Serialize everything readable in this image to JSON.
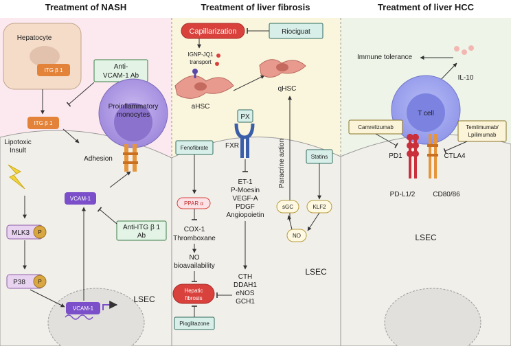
{
  "panels": {
    "nash": {
      "title": "Treatment of NASH"
    },
    "fibrosis": {
      "title": "Treatment of liver fibrosis"
    },
    "hcc": {
      "title": "Treatment of liver HCC"
    }
  },
  "nash": {
    "hepatocyte": "Hepatocyte",
    "itg_in_cell": "ITG β 1",
    "itg": "ITG β 1",
    "anti_vcam_1": "Anti-",
    "anti_vcam_2": "VCAM-1 Ab",
    "monocytes_1": "Proinflammatory",
    "monocytes_2": "monocytes",
    "adhesion": "Adhesion",
    "lipotoxic_1": "Lipotoxic",
    "lipotoxic_2": "Insult",
    "vcam1": "VCAM-1",
    "anti_itg_1": "Anti-ITG β 1",
    "anti_itg_2": "Ab",
    "mlk3": "MLK3",
    "p": "P",
    "p38": "P38",
    "vcam1_gene": "VCAM-1",
    "lsec": "LSEC"
  },
  "fibrosis": {
    "capillarization": "Capillarization",
    "riociguat": "Riociguat",
    "ignp_1": "IGNP-JQ1",
    "ignp_2": "transport",
    "ahsc": "aHSC",
    "qhsc": "qHSC",
    "px": "PX",
    "fxr": "FXR",
    "fenofibrate": "Fenofibrate",
    "ppar": "PPAR α",
    "cox1": "COX-1",
    "thromboxane": "Thromboxane",
    "no_bio_1": "NO",
    "no_bio_2": "bioavailability",
    "hepatic_1": "Hepatic",
    "hepatic_2": "fibrosis",
    "pioglitazone": "Pioglitazone",
    "targets_down": [
      "ET-1",
      "P-Moesin",
      "VEGF-A",
      "PDGF",
      "Angiopoietin"
    ],
    "targets_up": [
      "CTH",
      "DDAH1",
      "eNOS",
      "GCH1"
    ],
    "paracrine": "Paracrine action",
    "statins": "Statins",
    "sgc": "sGC",
    "klf2": "KLF2",
    "no": "NO",
    "lsec": "LSEC"
  },
  "hcc": {
    "immune_tolerance": "Immune tolerance",
    "il10": "IL-10",
    "tcell": "T cell",
    "camrelizumab": "Camrelizumab",
    "temli_1": "Temlimumab/",
    "temli_2": "Lpilimumab",
    "pd1": "PD1",
    "ctla4": "CTLA4",
    "pdl1": "PD-L1/2",
    "cd80": "CD80/86",
    "lsec": "LSEC"
  },
  "colors": {
    "nash_bg": "#fbe9ef",
    "fibrosis_bg": "#faf5dd",
    "hcc_bg": "#eef4e8",
    "lsec_body": "#f3f2ee",
    "red_pill": "#d9413c",
    "orange_box": "#e3833a",
    "purple_box": "#7a4fc9",
    "cell_blue": "#9aa0ee",
    "receptor_orange": "#e7953a",
    "receptor_red": "#c9303c"
  }
}
